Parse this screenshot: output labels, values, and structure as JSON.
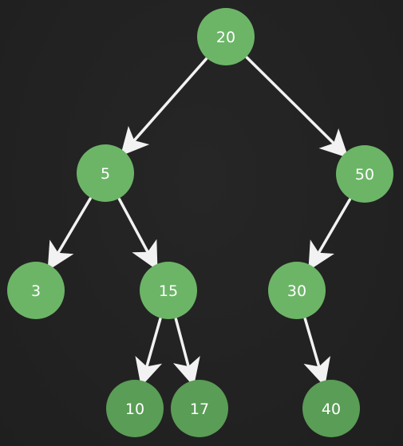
{
  "tree": {
    "colors": {
      "background": "#222222",
      "node_fill": "#6cb567",
      "node_fill_deep": "#5a9d56",
      "edge": "#f2f2f2",
      "label": "#ffffff"
    },
    "nodes": [
      {
        "id": "n20",
        "label": "20"
      },
      {
        "id": "n5",
        "label": "5"
      },
      {
        "id": "n50",
        "label": "50"
      },
      {
        "id": "n3",
        "label": "3"
      },
      {
        "id": "n15",
        "label": "15"
      },
      {
        "id": "n30",
        "label": "30"
      },
      {
        "id": "n10",
        "label": "10"
      },
      {
        "id": "n17",
        "label": "17"
      },
      {
        "id": "n40",
        "label": "40"
      }
    ],
    "edges": [
      {
        "from": "n20",
        "to": "n5"
      },
      {
        "from": "n20",
        "to": "n50"
      },
      {
        "from": "n5",
        "to": "n3"
      },
      {
        "from": "n5",
        "to": "n15"
      },
      {
        "from": "n50",
        "to": "n30"
      },
      {
        "from": "n15",
        "to": "n10"
      },
      {
        "from": "n15",
        "to": "n17"
      },
      {
        "from": "n30",
        "to": "n40"
      }
    ]
  }
}
